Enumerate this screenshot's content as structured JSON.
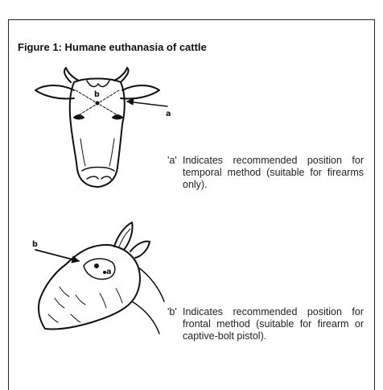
{
  "figure": {
    "title": "Figure 1: Humane euthanasia of cattle",
    "frontal_view": {
      "label_a": "a",
      "label_b": "b"
    },
    "side_view": {
      "label_a": "a",
      "label_b": "b"
    },
    "notes": [
      {
        "marker": "'a'",
        "text": "Indicates recommended position for temporal method (suitable for firearms only)."
      },
      {
        "marker": "'b'",
        "text": "Indicates recommended position for frontal method (suitable for firearm or captive-bolt pistol)."
      }
    ]
  }
}
